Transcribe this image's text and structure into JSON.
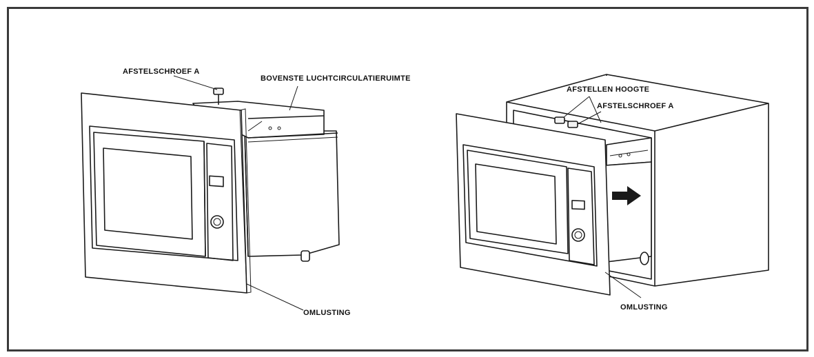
{
  "figure": {
    "left": {
      "label_adjust_screw": "AFSTELSCHROEF A",
      "label_upper_air_space": "BOVENSTE LUCHTCIRCULATIERUIMTE",
      "label_trim": "OMLUSTING"
    },
    "right": {
      "label_adjust_height": "AFSTELLEN HOOGTE",
      "label_adjust_screw": "AFSTELSCHROEF A",
      "label_trim": "OMLUSTING"
    }
  }
}
